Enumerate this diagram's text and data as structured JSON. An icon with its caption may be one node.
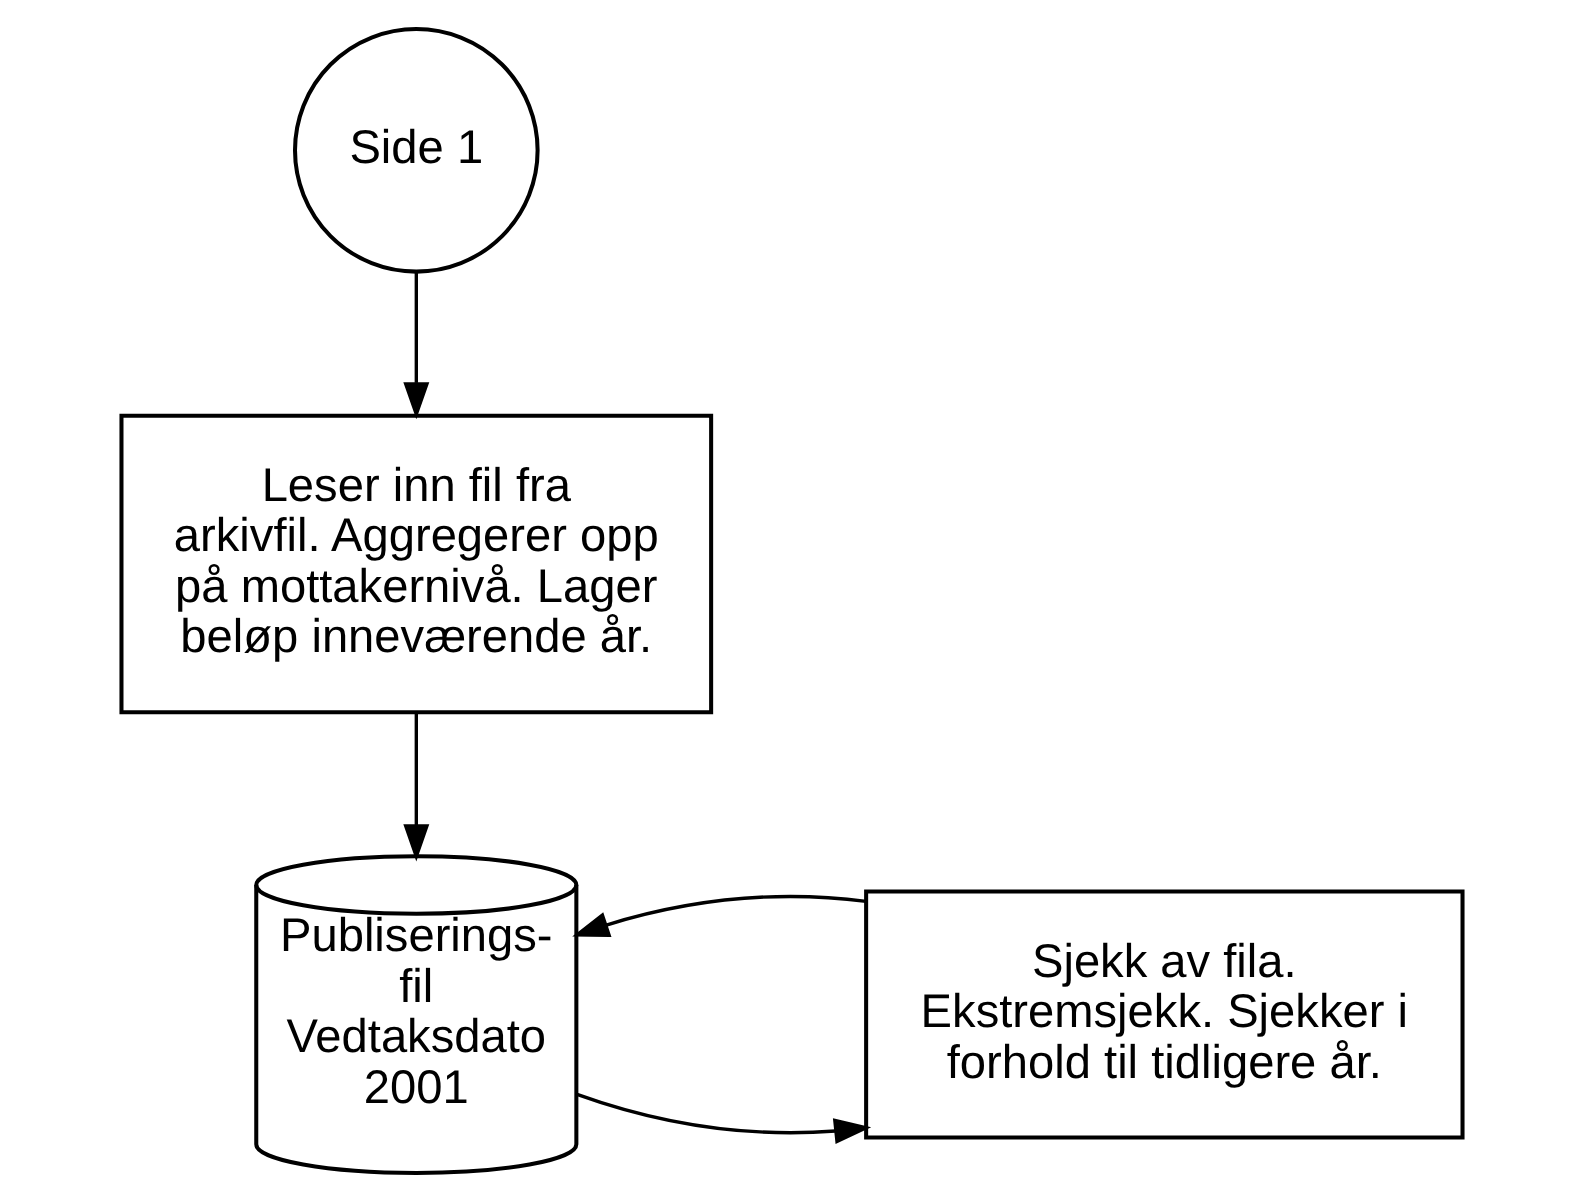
{
  "diagram": {
    "nodes": [
      {
        "text": [
          "Side 1"
        ]
      },
      {
        "text": [
          "Leser inn fil fra arkivfil. Aggregerer opp på mottakernivå. Lager beløp inneværende år."
        ]
      },
      {
        "text": [
          "Publiserings- fil Vedtaksdato 2001"
        ]
      },
      {
        "text": [
          "Sjekk av fila. Ekstremsjekk. Sjekker i forhold til tidligere år."
        ]
      }
    ],
    "edges": [
      {
        "from": 0,
        "to": 1,
        "arrow": "to"
      },
      {
        "from": 1,
        "to": 2,
        "arrow": "to"
      },
      {
        "from": 2,
        "to": 3,
        "arrow": "to"
      },
      {
        "from": 3,
        "to": 2,
        "arrow": "to"
      }
    ]
  }
}
